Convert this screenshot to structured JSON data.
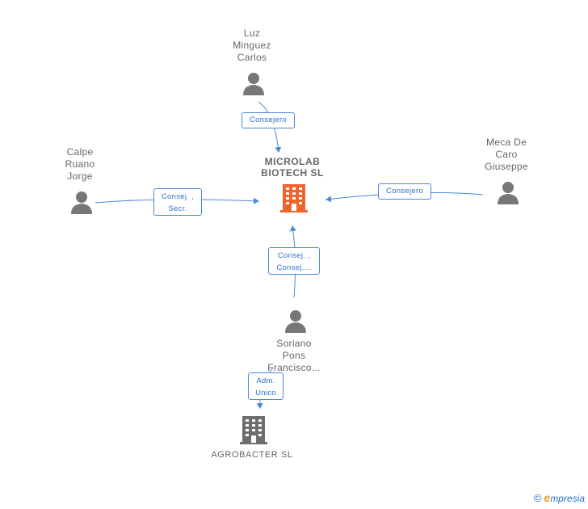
{
  "nodes": {
    "luz": {
      "lines": [
        "Luz",
        "Minguez",
        "Carlos"
      ]
    },
    "calpe": {
      "lines": [
        "Calpe",
        "Ruano",
        "Jorge"
      ]
    },
    "meca": {
      "lines": [
        "Meca De",
        "Caro",
        "Giuseppe"
      ]
    },
    "soriano": {
      "lines": [
        "Soriano",
        "Pons",
        "Francisco..."
      ]
    },
    "microlab": {
      "lines": [
        "MICROLAB",
        "BIOTECH  SL"
      ],
      "color": "#f0642d"
    },
    "agrobacter": {
      "lines": [
        "AGROBACTER SL"
      ],
      "color": "#6e6e6e"
    }
  },
  "edges": {
    "luz_microlab": {
      "lines": [
        "Consejero"
      ]
    },
    "calpe_microlab": {
      "lines": [
        "Consej. ,",
        "Secr."
      ]
    },
    "meca_microlab": {
      "lines": [
        "Consejero"
      ]
    },
    "soriano_microlab": {
      "lines": [
        "Consej. ,",
        "Consej...."
      ]
    },
    "soriano_agrobacter": {
      "lines": [
        "Adm.",
        "Unico"
      ]
    }
  },
  "colors": {
    "edge": "#4a89d6",
    "person": "#777777"
  },
  "footer": {
    "copyright": "©",
    "brand_first": "e",
    "brand_rest": "mpresia"
  }
}
